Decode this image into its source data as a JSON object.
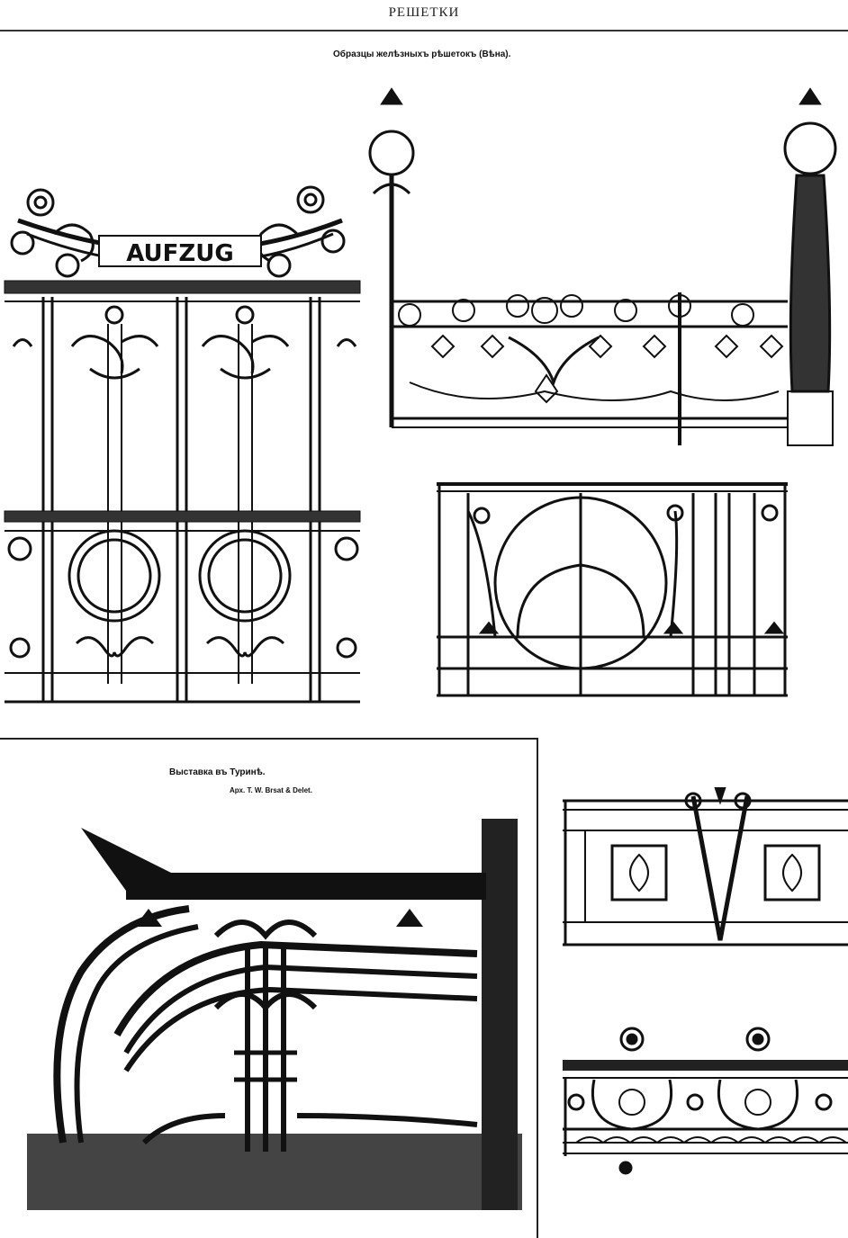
{
  "header": {
    "title": "РЕШЕТКИ"
  },
  "captions": {
    "vienna": "Образцы желѣзныхъ рѣшетокъ (Вѣна).",
    "turin": "Выставка въ Туринѣ.",
    "architects": "Арх. T. W. Brsat & Delet."
  },
  "signs": {
    "aufzug": "AUFZUG"
  },
  "colors": {
    "ink": "#111111",
    "paper": "#ffffff"
  }
}
